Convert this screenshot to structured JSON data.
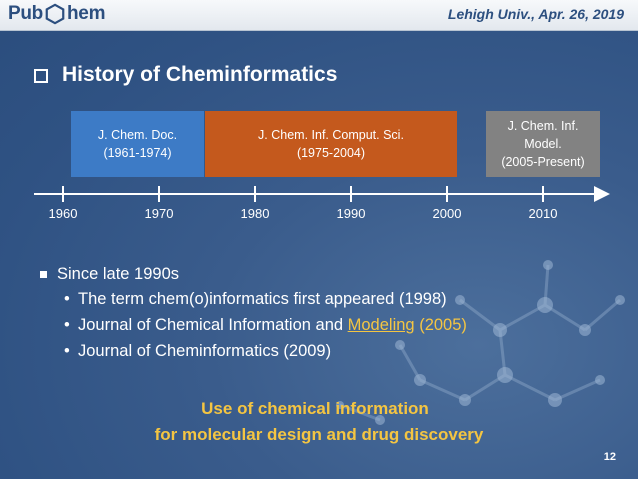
{
  "header": {
    "logo_left": "Pub",
    "logo_right": "hem",
    "event": "Lehigh Univ., Apr. 26, 2019"
  },
  "heading": "History of Cheminformatics",
  "eras": [
    {
      "lines": [
        "J. Chem. Doc.",
        "(1961-1974)"
      ],
      "color": "#3d7bc6"
    },
    {
      "lines": [
        "J. Chem. Inf. Comput. Sci.",
        "(1975-2004)"
      ],
      "color": "#c4591d"
    },
    {
      "lines": [
        "J. Chem. Inf.",
        "Model.",
        "(2005-Present)"
      ],
      "color": "#828282"
    }
  ],
  "timeline": [
    "1960",
    "1970",
    "1980",
    "1990",
    "2000",
    "2010"
  ],
  "bullets": {
    "main": "Since late 1990s",
    "subs": [
      {
        "text": "The term chem(o)informatics first appeared (1998)"
      },
      {
        "text_a": "Journal of Chemical Information and ",
        "link": "Modeling",
        "text_b": " (2005)"
      },
      {
        "text": "Journal of Cheminformatics (2009)"
      }
    ]
  },
  "tagline": [
    "Use of chemical information",
    "for molecular design and drug discovery"
  ],
  "page_number": "12",
  "colors": {
    "accent_text": "#f4c542",
    "background": "#2f5283",
    "title_text": "#2c4f7f"
  }
}
